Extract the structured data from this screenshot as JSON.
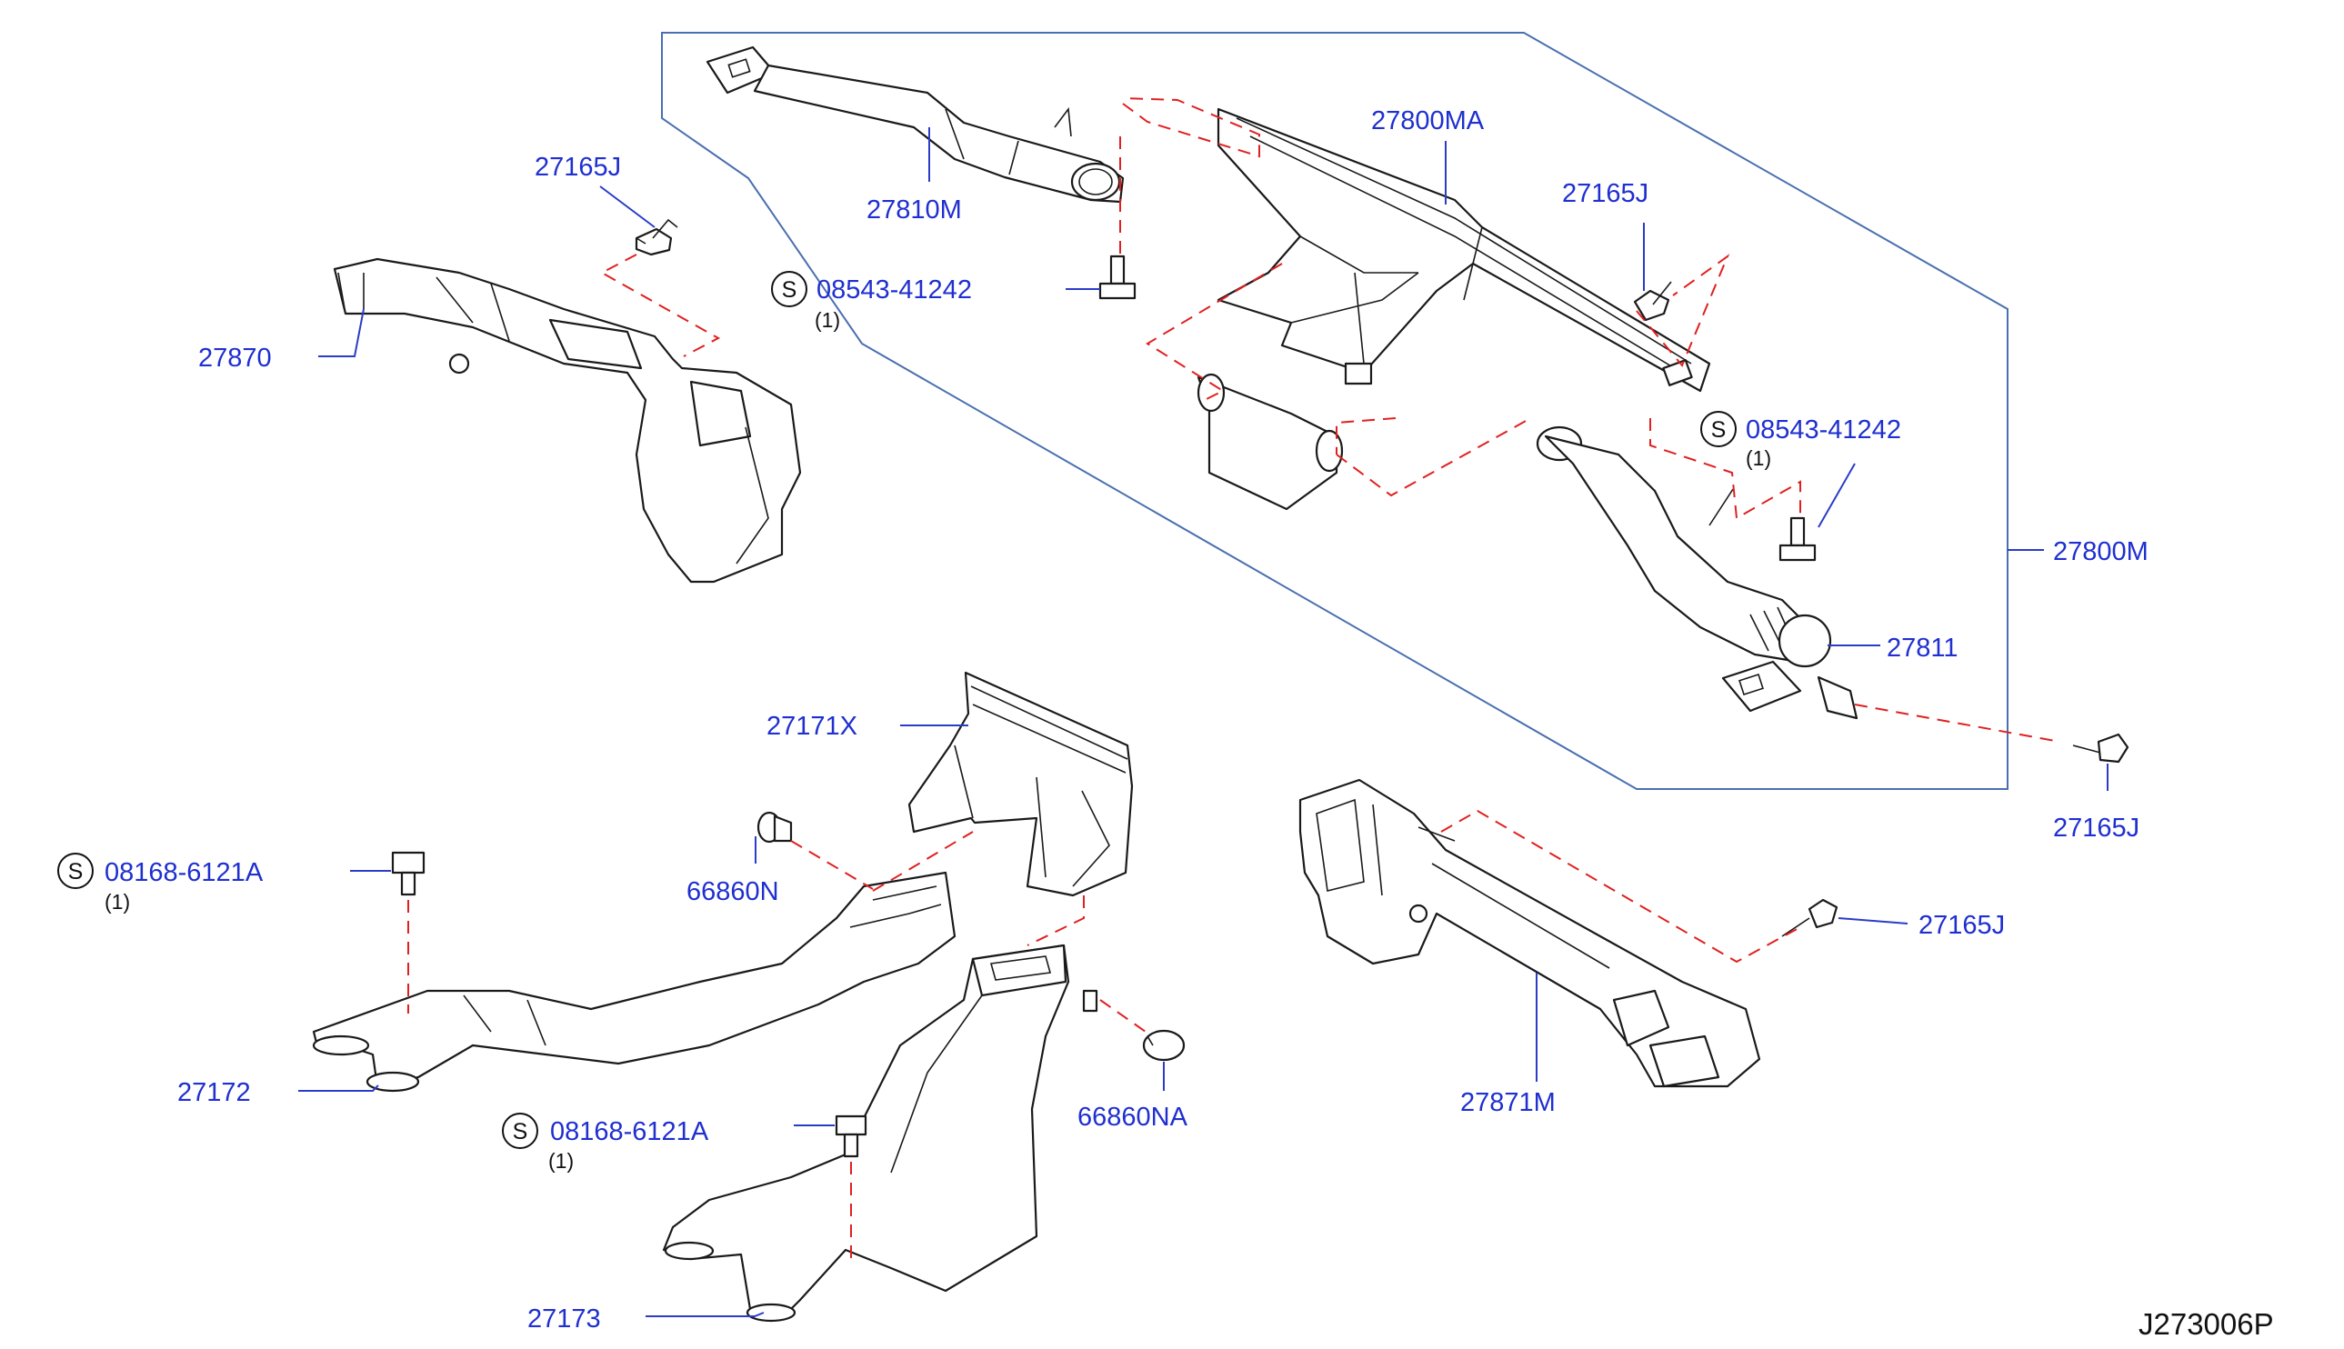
{
  "labels": {
    "l27165j_a": "27165J",
    "l27810m": "27810M",
    "l27800ma": "27800MA",
    "l27165j_b": "27165J",
    "l08543_a": "08543-41242",
    "l08543_a_qty": "(1)",
    "l27870": "27870",
    "l08543_b": "08543-41242",
    "l08543_b_qty": "(1)",
    "l27800m": "27800M",
    "l27811": "27811",
    "l27171x": "27171X",
    "l27165j_c": "27165J",
    "l08168_a": "08168-6121A",
    "l08168_a_qty": "(1)",
    "l66860n": "66860N",
    "l27165j_d": "27165J",
    "l27172": "27172",
    "l66860na": "66860NA",
    "l27871m": "27871M",
    "l08168_b": "08168-6121A",
    "l08168_b_qty": "(1)",
    "l27173": "27173"
  },
  "standard_part_marker": "S",
  "figure_code": "J273006P",
  "colors": {
    "part_number": "#1f2fd0",
    "leader": "#2b3cc8",
    "fastener_link": "#e02020",
    "outline": "#1a1a1a"
  }
}
